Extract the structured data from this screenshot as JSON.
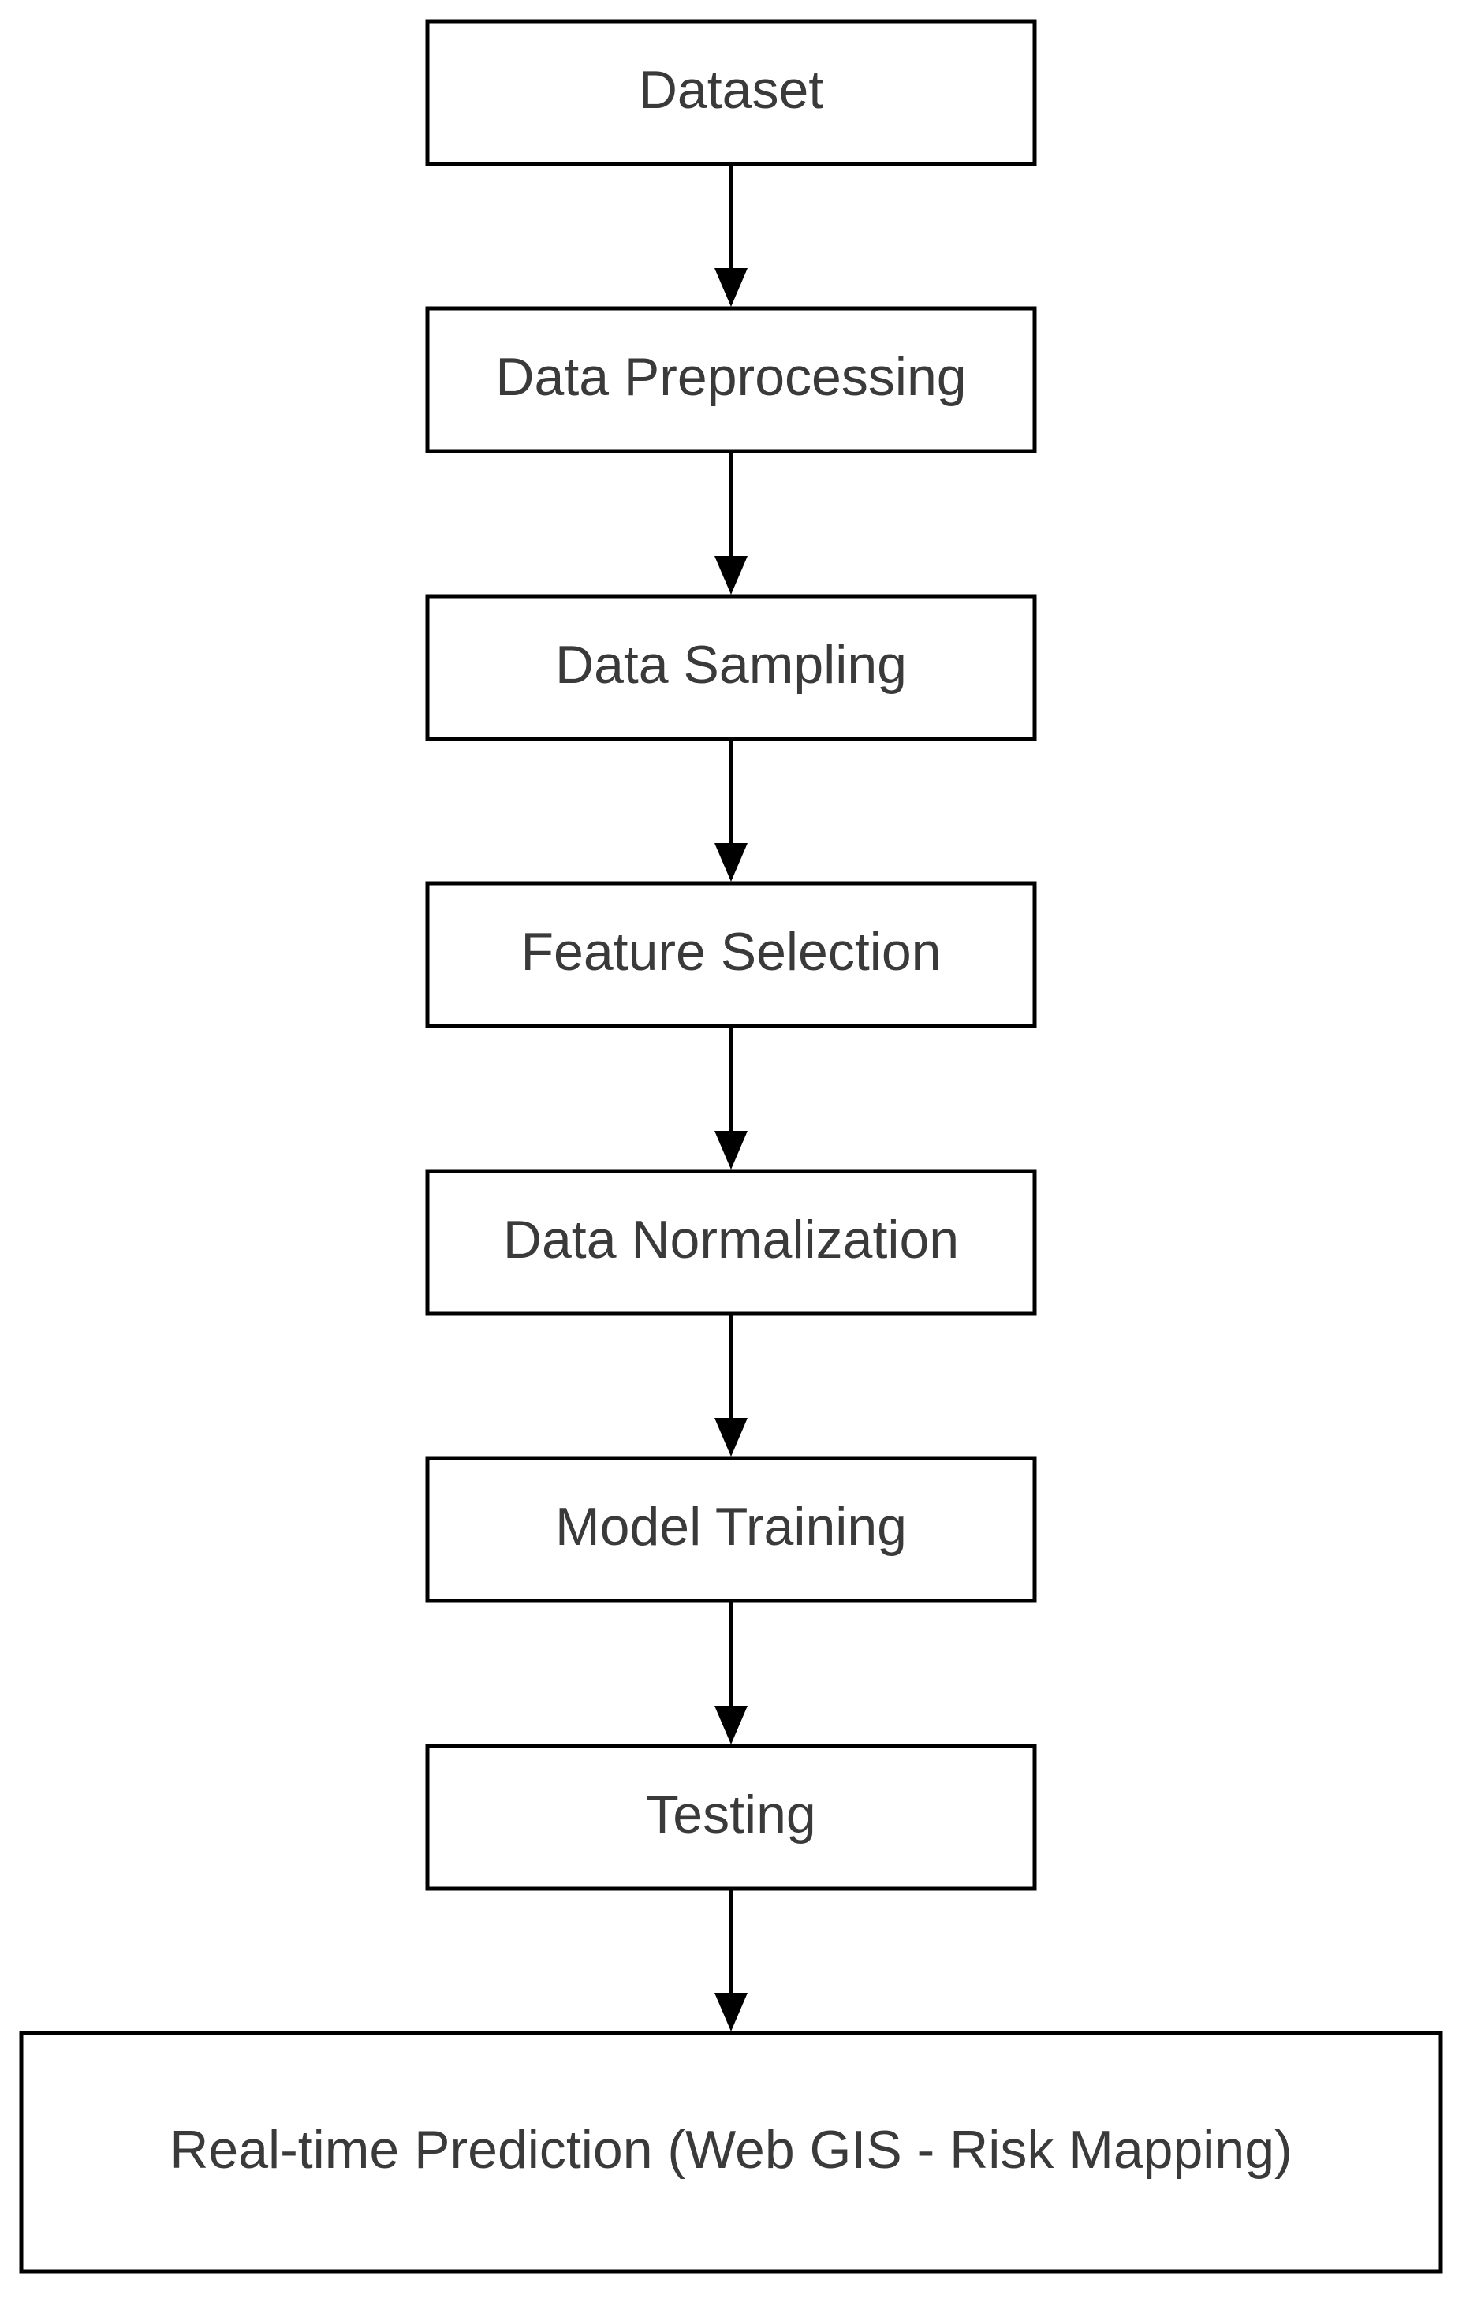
{
  "diagram": {
    "type": "flowchart",
    "direction": "top-to-bottom",
    "colors": {
      "box_border": "#000000",
      "box_fill": "#ffffff",
      "text": "#3a3a3a",
      "arrow": "#000000"
    },
    "nodes": [
      {
        "id": "dataset",
        "label": "Dataset"
      },
      {
        "id": "preprocessing",
        "label": "Data Preprocessing"
      },
      {
        "id": "sampling",
        "label": "Data Sampling"
      },
      {
        "id": "feature-selection",
        "label": "Feature Selection"
      },
      {
        "id": "normalization",
        "label": "Data Normalization"
      },
      {
        "id": "model-training",
        "label": "Model Training"
      },
      {
        "id": "testing",
        "label": "Testing"
      },
      {
        "id": "realtime-prediction",
        "label": "Real-time Prediction (Web GIS - Risk Mapping)"
      }
    ],
    "edges": [
      {
        "from": "dataset",
        "to": "preprocessing"
      },
      {
        "from": "preprocessing",
        "to": "sampling"
      },
      {
        "from": "sampling",
        "to": "feature-selection"
      },
      {
        "from": "feature-selection",
        "to": "normalization"
      },
      {
        "from": "normalization",
        "to": "model-training"
      },
      {
        "from": "model-training",
        "to": "testing"
      },
      {
        "from": "testing",
        "to": "realtime-prediction"
      }
    ]
  }
}
